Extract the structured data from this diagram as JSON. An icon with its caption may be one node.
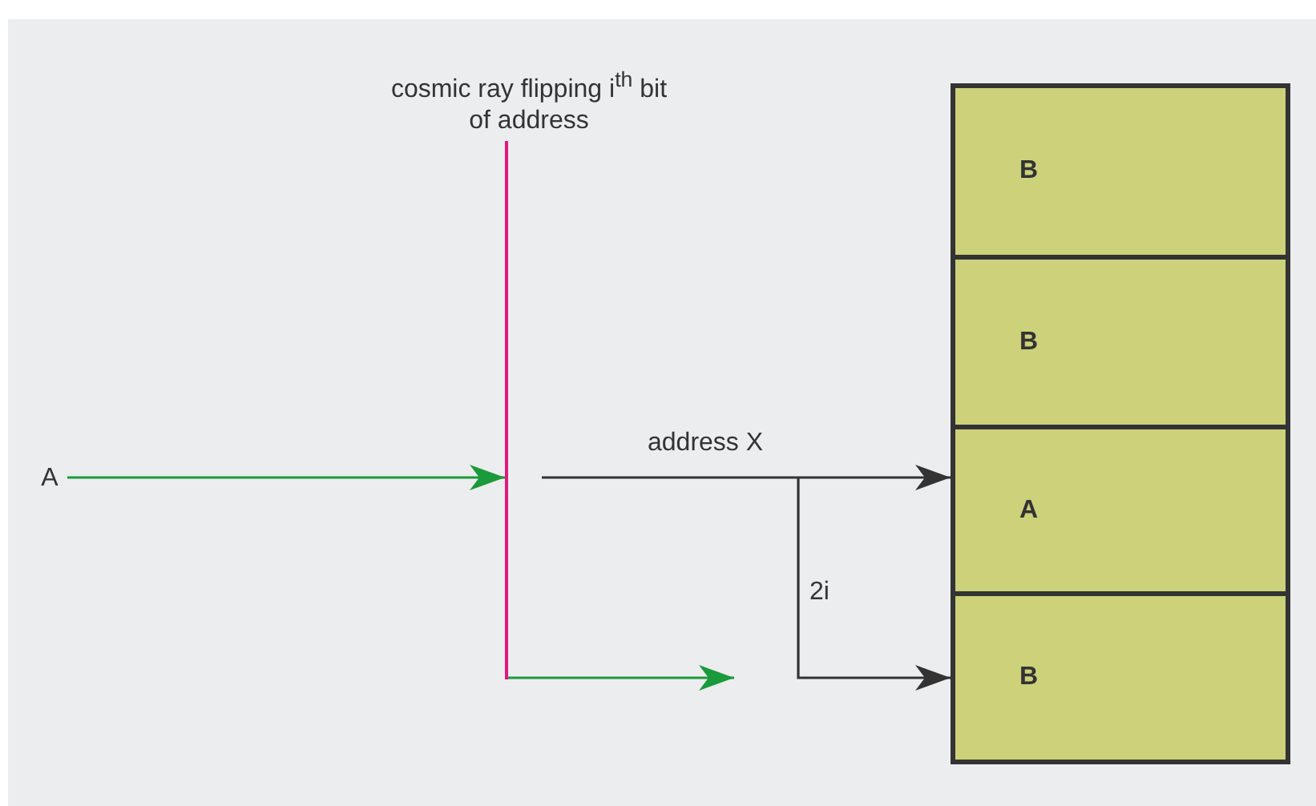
{
  "diagram": {
    "nodes": [
      {
        "text": [
          "A"
        ]
      },
      {
        "text": [
          "B"
        ]
      },
      {
        "text": [
          "B"
        ]
      },
      {
        "text": [
          "A"
        ]
      },
      {
        "text": [
          "B"
        ]
      },
      {
        "text": [],
        "shape": "bar",
        "beside": [
          "cosmic ray flipping i$^{th}$ bit of address"
        ]
      }
    ],
    "edges": [
      {
        "from": 0,
        "to": 5,
        "arrow": "to",
        "color": "#1a9a3a"
      },
      {
        "from": null,
        "to": 3,
        "arrow": "to",
        "label": "address X",
        "color": "#333333"
      },
      {
        "from": null,
        "to": 4,
        "arrow": "to",
        "label": "2i",
        "color": "#333333"
      },
      {
        "from": 5,
        "to": null,
        "arrow": "to",
        "color": "#1a9a3a"
      }
    ]
  }
}
